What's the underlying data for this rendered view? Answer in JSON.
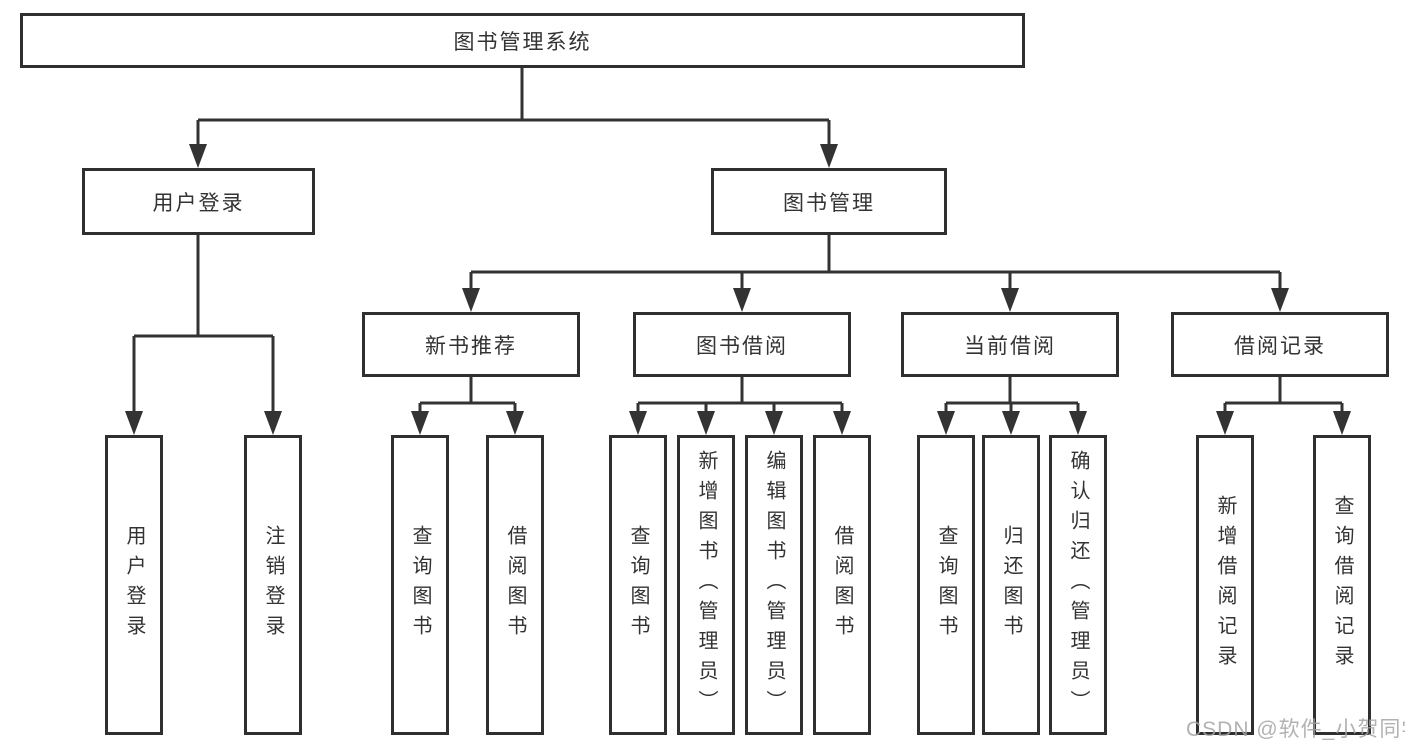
{
  "diagram": {
    "root": {
      "label": "图书管理系统"
    },
    "level2": [
      {
        "label": "用户登录"
      },
      {
        "label": "图书管理"
      }
    ],
    "level3": [
      {
        "label": "新书推荐"
      },
      {
        "label": "图书借阅"
      },
      {
        "label": "当前借阅"
      },
      {
        "label": "借阅记录"
      }
    ],
    "level4": {
      "user_login": [
        {
          "label": "用户登录"
        },
        {
          "label": "注销登录"
        }
      ],
      "new_book": [
        {
          "label": "查询图书"
        },
        {
          "label": "借阅图书"
        }
      ],
      "book_borrow": [
        {
          "label": "查询图书"
        },
        {
          "label": "新增图书（管理员）"
        },
        {
          "label": "编辑图书（管理员）"
        },
        {
          "label": "借阅图书"
        }
      ],
      "current_borrow": [
        {
          "label": "查询图书"
        },
        {
          "label": "归还图书"
        },
        {
          "label": "确认归还（管理员）"
        }
      ],
      "borrow_record": [
        {
          "label": "新增借阅记录"
        },
        {
          "label": "查询借阅记录"
        }
      ]
    }
  },
  "watermark": {
    "text": "CSDN @软件_小贺同学"
  },
  "colors": {
    "line": "#333333",
    "box_border": "#2f2f2f",
    "box_fill": "#ffffff",
    "text": "#333333",
    "watermark": "#a5a5a5",
    "background": "#ffffff"
  }
}
